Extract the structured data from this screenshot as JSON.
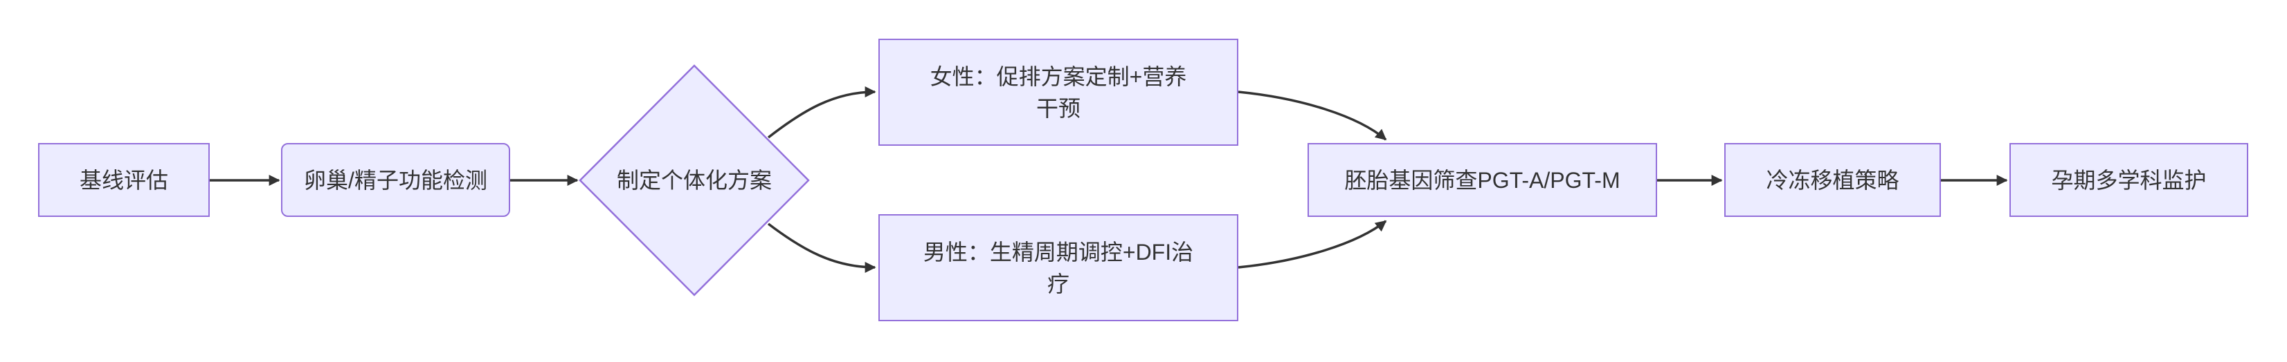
{
  "diagram": {
    "type": "flowchart",
    "direction": "left-to-right",
    "colors": {
      "node_fill": "#ECECFF",
      "node_border": "#9370DB",
      "edge_color": "#333333",
      "text_color": "#333333",
      "bg_color": "#FFFFFF"
    },
    "nodes": [
      {
        "id": "A",
        "shape": "rectangle",
        "label": "基线评估"
      },
      {
        "id": "B",
        "shape": "rounded-rectangle",
        "label": "卵巢/精子功能检测"
      },
      {
        "id": "C",
        "shape": "diamond",
        "label": "制定个体化方案"
      },
      {
        "id": "D",
        "shape": "rectangle",
        "label": "女性：促排方案定制+营养干预",
        "lines": [
          "女性：促排方案定制+营养",
          "干预"
        ]
      },
      {
        "id": "E",
        "shape": "rectangle",
        "label": "男性：生精周期调控+DFI治疗",
        "lines": [
          "男性：生精周期调控+DFI治",
          "疗"
        ]
      },
      {
        "id": "F",
        "shape": "rectangle",
        "label": "胚胎基因筛查PGT-A/PGT-M"
      },
      {
        "id": "G",
        "shape": "rectangle",
        "label": "冷冻移植策略"
      },
      {
        "id": "H",
        "shape": "rectangle",
        "label": "孕期多学科监护"
      }
    ],
    "edges": [
      {
        "from": "A",
        "to": "B"
      },
      {
        "from": "B",
        "to": "C"
      },
      {
        "from": "C",
        "to": "D"
      },
      {
        "from": "C",
        "to": "E"
      },
      {
        "from": "D",
        "to": "F"
      },
      {
        "from": "E",
        "to": "F"
      },
      {
        "from": "F",
        "to": "G"
      },
      {
        "from": "G",
        "to": "H"
      }
    ]
  }
}
